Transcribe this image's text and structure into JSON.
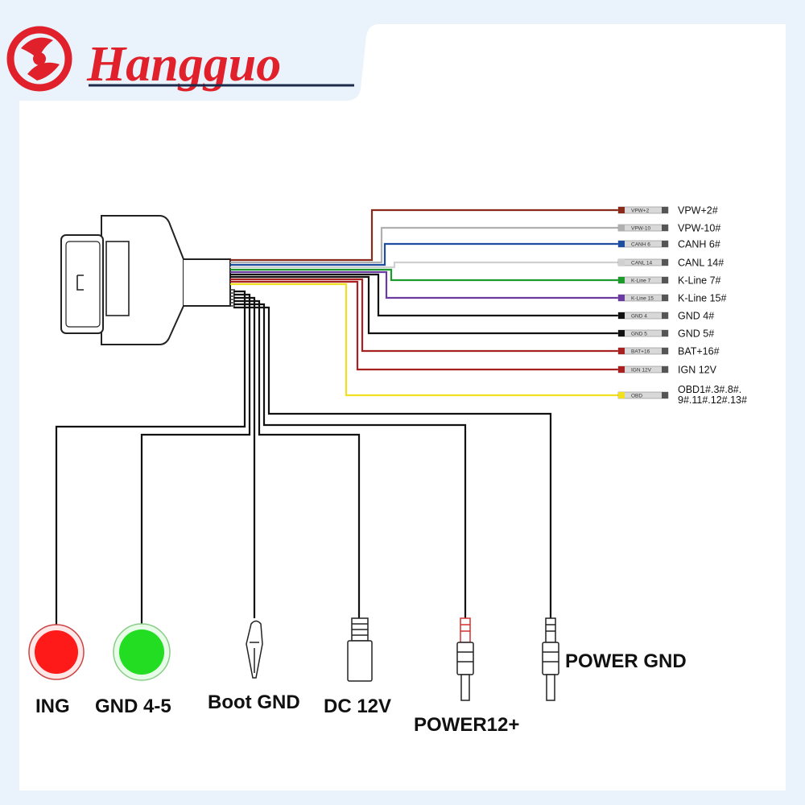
{
  "brand": {
    "name": "Hangguo",
    "color": "#e0202a"
  },
  "leads": [
    {
      "tag": "VPW+2",
      "label": "VPW+2#",
      "color": "#8b2a1a"
    },
    {
      "tag": "VPW-10",
      "label": "VPW-10#",
      "color": "#b0b0b0"
    },
    {
      "tag": "CANH 6",
      "label": "CANH 6#",
      "color": "#1f4ea0"
    },
    {
      "tag": "CANL 14",
      "label": "CANL 14#",
      "color": "#d0d0d0"
    },
    {
      "tag": "K-Line 7",
      "label": "K-Line 7#",
      "color": "#1c9a2c"
    },
    {
      "tag": "K-Line 15",
      "label": "K-Line 15#",
      "color": "#6a3aa0"
    },
    {
      "tag": "GND 4",
      "label": "GND 4#",
      "color": "#111111"
    },
    {
      "tag": "GND 5",
      "label": "GND 5#",
      "color": "#111111"
    },
    {
      "tag": "BAT+16",
      "label": "BAT+16#",
      "color": "#a82020"
    },
    {
      "tag": "IGN 12V",
      "label": "IGN 12V",
      "color": "#a82020"
    },
    {
      "tag": "OBD",
      "label": "OBD1#.3#.8#.",
      "label2": "9#.11#.12#.13#",
      "color": "#f0e020"
    }
  ],
  "terminals": {
    "ing": "ING",
    "gnd45": "GND 4-5",
    "boot_gnd": "Boot GND",
    "dc12v": "DC 12V",
    "power12": "POWER12+",
    "power_gnd": "POWER GND"
  },
  "colors": {
    "ing_led": "#ff1a1a",
    "gnd_led": "#22dd22",
    "wire": "#111111",
    "power_plus": "#d03030"
  }
}
